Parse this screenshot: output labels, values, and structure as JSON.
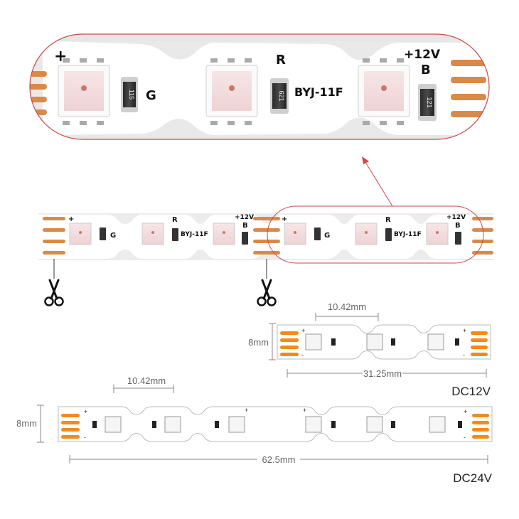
{
  "zoom_view": {
    "labels": {
      "plus": "+",
      "g": "G",
      "r": "R",
      "v12": "+12V",
      "b": "B",
      "model": "BYJ-11F"
    },
    "resistors": [
      "115",
      "621",
      "121"
    ]
  },
  "strip_view": {
    "labels": {
      "plus": "+",
      "g": "G",
      "r": "R",
      "v12": "+12V",
      "b": "B",
      "model": "BYJ-11F"
    }
  },
  "dc12v": {
    "pitch_dim": "10.42mm",
    "width_dim": "8mm",
    "segment_dim": "31.25mm",
    "voltage": "DC12V",
    "polarity": {
      "plus": "+",
      "minus": "-"
    }
  },
  "dc24v": {
    "pitch_dim": "10.42mm",
    "width_dim": "8mm",
    "segment_dim": "62.5mm",
    "voltage": "DC24V",
    "polarity": {
      "plus": "+",
      "minus": "-"
    }
  },
  "colors": {
    "copper": "#d98a4a",
    "pad_orange": "#f28a1e",
    "callout": "#c94a4a",
    "pcb": "#ffffff",
    "led": "#f1dcdc"
  }
}
